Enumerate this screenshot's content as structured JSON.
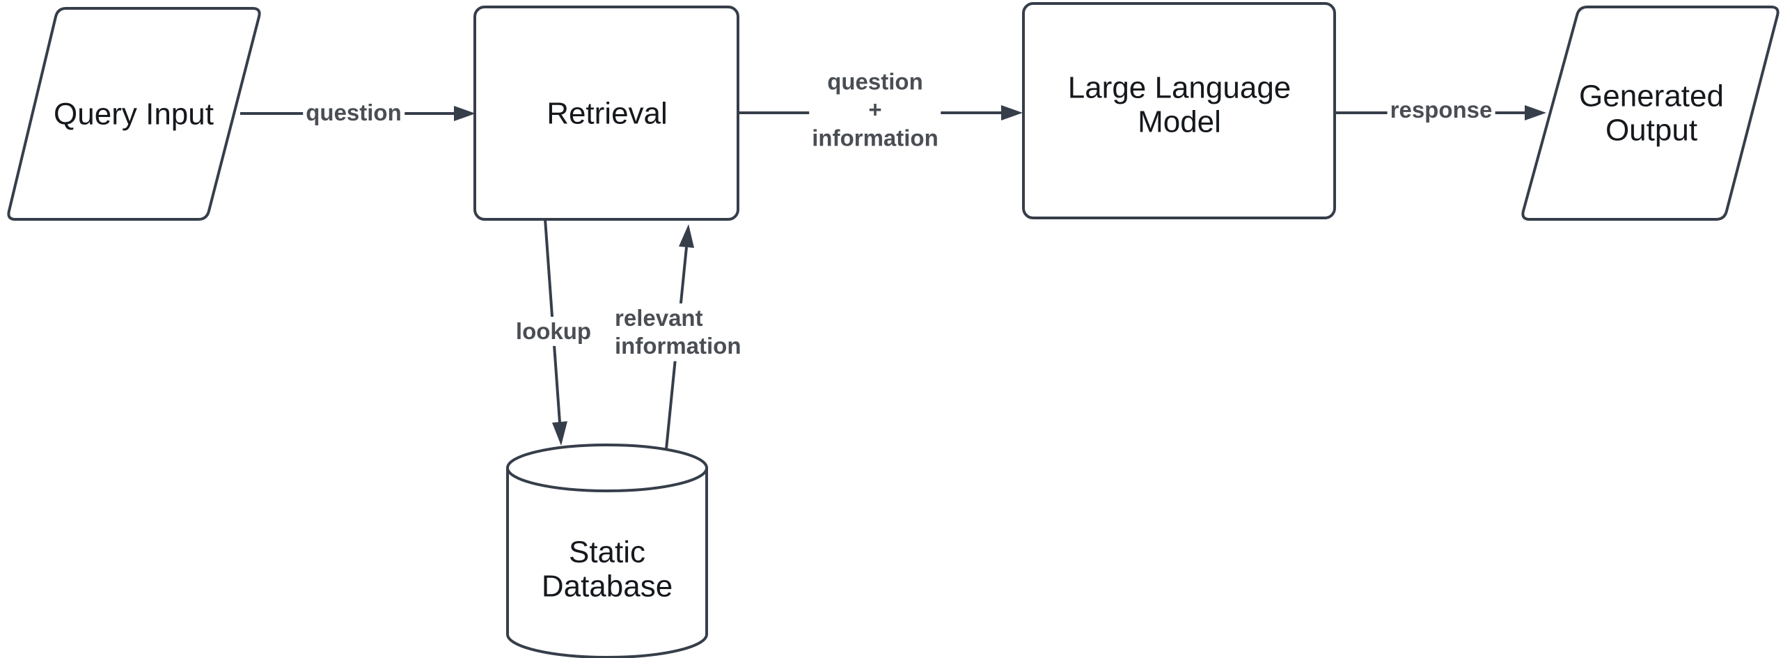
{
  "diagram": {
    "background": "#ffffff",
    "colors": {
      "shape_stroke": "#363e4a",
      "shape_fill": "#ffffff",
      "node_text": "#15181c",
      "edge_label_text": "#4a4e54"
    },
    "nodes": [
      {
        "id": "query-input",
        "shape": "parallelogram",
        "label": "Query Input"
      },
      {
        "id": "retrieval",
        "shape": "rounded-rectangle",
        "label": "Retrieval"
      },
      {
        "id": "large-language-model",
        "shape": "rounded-rectangle",
        "label": "Large Language\nModel"
      },
      {
        "id": "generated-output",
        "shape": "parallelogram",
        "label": "Generated\nOutput"
      },
      {
        "id": "static-database",
        "shape": "cylinder",
        "label": "Static\nDatabase"
      }
    ],
    "edges": [
      {
        "from": "query-input",
        "to": "retrieval",
        "label": "question"
      },
      {
        "from": "retrieval",
        "to": "large-language-model",
        "label": "question\n+\ninformation"
      },
      {
        "from": "large-language-model",
        "to": "generated-output",
        "label": "response"
      },
      {
        "from": "retrieval",
        "to": "static-database",
        "label": "lookup"
      },
      {
        "from": "static-database",
        "to": "retrieval",
        "label": "relevant\ninformation"
      }
    ]
  }
}
